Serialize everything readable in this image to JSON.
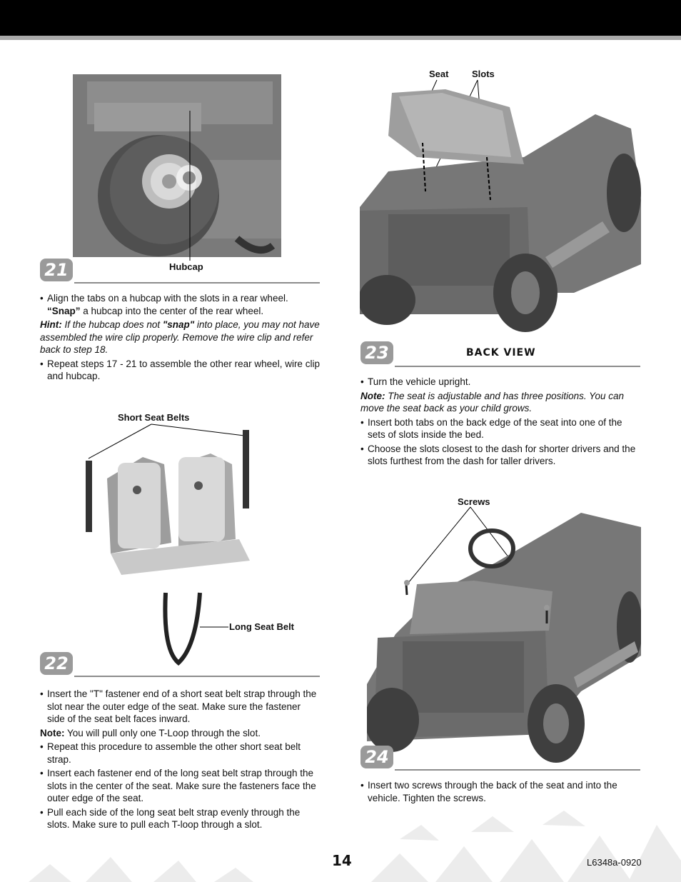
{
  "step21": {
    "number": "21",
    "callouts": {
      "hubcap": "Hubcap"
    },
    "instructions": [
      {
        "type": "bullet",
        "pre": "Align the tabs on a hubcap with the slots in a rear wheel. ",
        "bold": "“Snap”",
        "post": " a hubcap into the center of the rear wheel."
      },
      {
        "type": "hint",
        "label": "Hint:",
        "pre": " If the hubcap does not ",
        "bold": "\"snap\"",
        "post": " into place, you may not have assembled the wire clip properly. Remove the wire clip and refer back to step 18."
      },
      {
        "type": "bullet",
        "text": "Repeat steps 17 - 21 to assemble the other rear wheel, wire clip and hubcap."
      }
    ]
  },
  "step22": {
    "number": "22",
    "callouts": {
      "short_belts": "Short Seat Belts",
      "long_belt": "Long Seat Belt"
    },
    "instructions": [
      {
        "type": "bullet",
        "text": "Insert the \"T\" fastener end of a short seat belt strap through the slot near the outer edge of the seat. Make sure the fastener side of the seat belt faces inward."
      },
      {
        "type": "note",
        "label": "Note:",
        "text": " You will pull only one T-Loop through the slot."
      },
      {
        "type": "bullet",
        "text": "Repeat this procedure to assemble the other short seat belt strap."
      },
      {
        "type": "bullet",
        "text": "Insert each fastener end of the long seat belt strap through the slots in the center of the seat. Make sure the fasteners face the outer edge of the seat."
      },
      {
        "type": "bullet",
        "text": "Pull each side of the long seat belt strap evenly through the slots. Make sure to pull each T-loop through a slot."
      }
    ]
  },
  "step23": {
    "number": "23",
    "view_label": "BACK VIEW",
    "callouts": {
      "seat": "Seat",
      "slots": "Slots"
    },
    "instructions": [
      {
        "type": "bullet",
        "text": "Turn the vehicle upright."
      },
      {
        "type": "note_italic",
        "label": "Note:",
        "text": " The seat is adjustable and has three positions. You can move the seat back as your child grows."
      },
      {
        "type": "bullet",
        "text": "Insert both tabs on the back edge of the seat into one of the sets of slots inside the bed."
      },
      {
        "type": "bullet",
        "text": "Choose the slots closest to the dash for shorter drivers and the slots furthest from the dash for taller drivers."
      }
    ]
  },
  "step24": {
    "number": "24",
    "callouts": {
      "screws": "Screws"
    },
    "instructions": [
      {
        "type": "bullet",
        "text": "Insert two screws through the back of the seat and into the vehicle. Tighten the screws."
      }
    ]
  },
  "footer": {
    "page_number": "14",
    "doc_code": "L6348a-0920"
  },
  "colors": {
    "header": "#000000",
    "header_rule": "#a9a9a9",
    "badge": "#9a9a9a",
    "illustration": "#6e6e6e"
  }
}
